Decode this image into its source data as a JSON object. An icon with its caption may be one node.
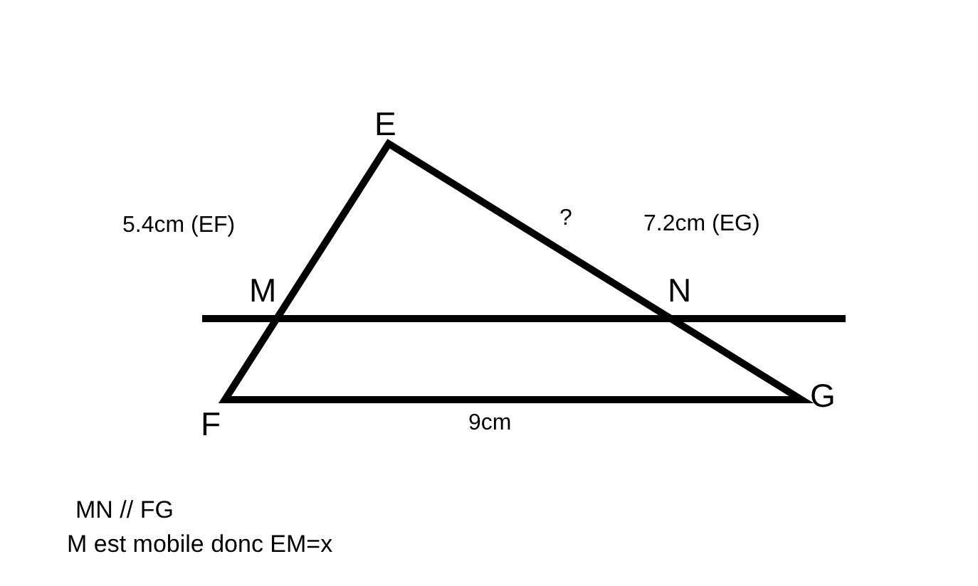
{
  "diagram": {
    "labels": [
      "E",
      "5.4cm (EF)",
      "?",
      "7.2cm (EG)",
      "M",
      "N",
      "G",
      "F",
      "9cm",
      "MN // FG",
      "M est mobile donc EM=x"
    ]
  }
}
